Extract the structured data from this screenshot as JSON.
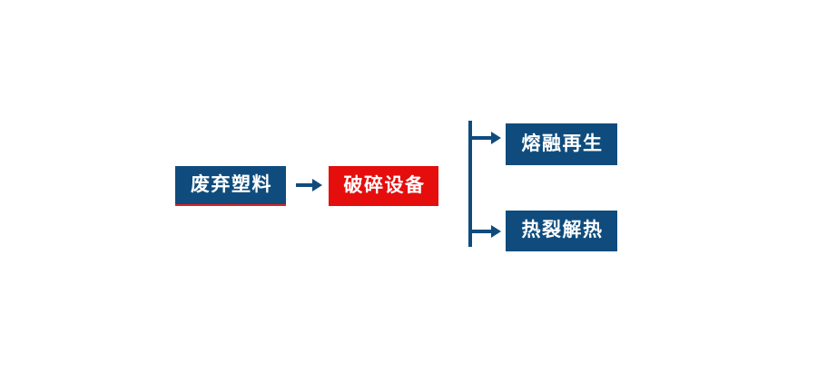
{
  "diagram": {
    "type": "process-flow",
    "orientation": "left-to-right",
    "background_color": "#FFFFFF",
    "palette": {
      "primary_blue": "#0F4C7D",
      "accent_red": "#E60D0D",
      "underline_red": "#E02020",
      "node_text": "#FFFFFF",
      "connector": "#0F4C7D"
    },
    "nodes": {
      "source": {
        "label": "废弃塑料",
        "fill": "#0F4C7D",
        "text_color": "#FFFFFF",
        "has_red_underline": true
      },
      "process": {
        "label": "破碎设备",
        "fill": "#E60D0D",
        "text_color": "#FFFFFF",
        "has_red_underline": false
      },
      "output_top": {
        "label": "熔融再生",
        "fill": "#0F4C7D",
        "text_color": "#FFFFFF",
        "has_red_underline": false
      },
      "output_bottom": {
        "label": "热裂解热",
        "fill": "#0F4C7D",
        "text_color": "#FFFFFF",
        "has_red_underline": false
      }
    },
    "connectors": {
      "source_to_process": {
        "kind": "arrow-right",
        "color": "#0F4C7D"
      },
      "split": {
        "kind": "trunk-with-two-branch-arrows",
        "color": "#0F4C7D",
        "branch_count": 2
      }
    }
  }
}
